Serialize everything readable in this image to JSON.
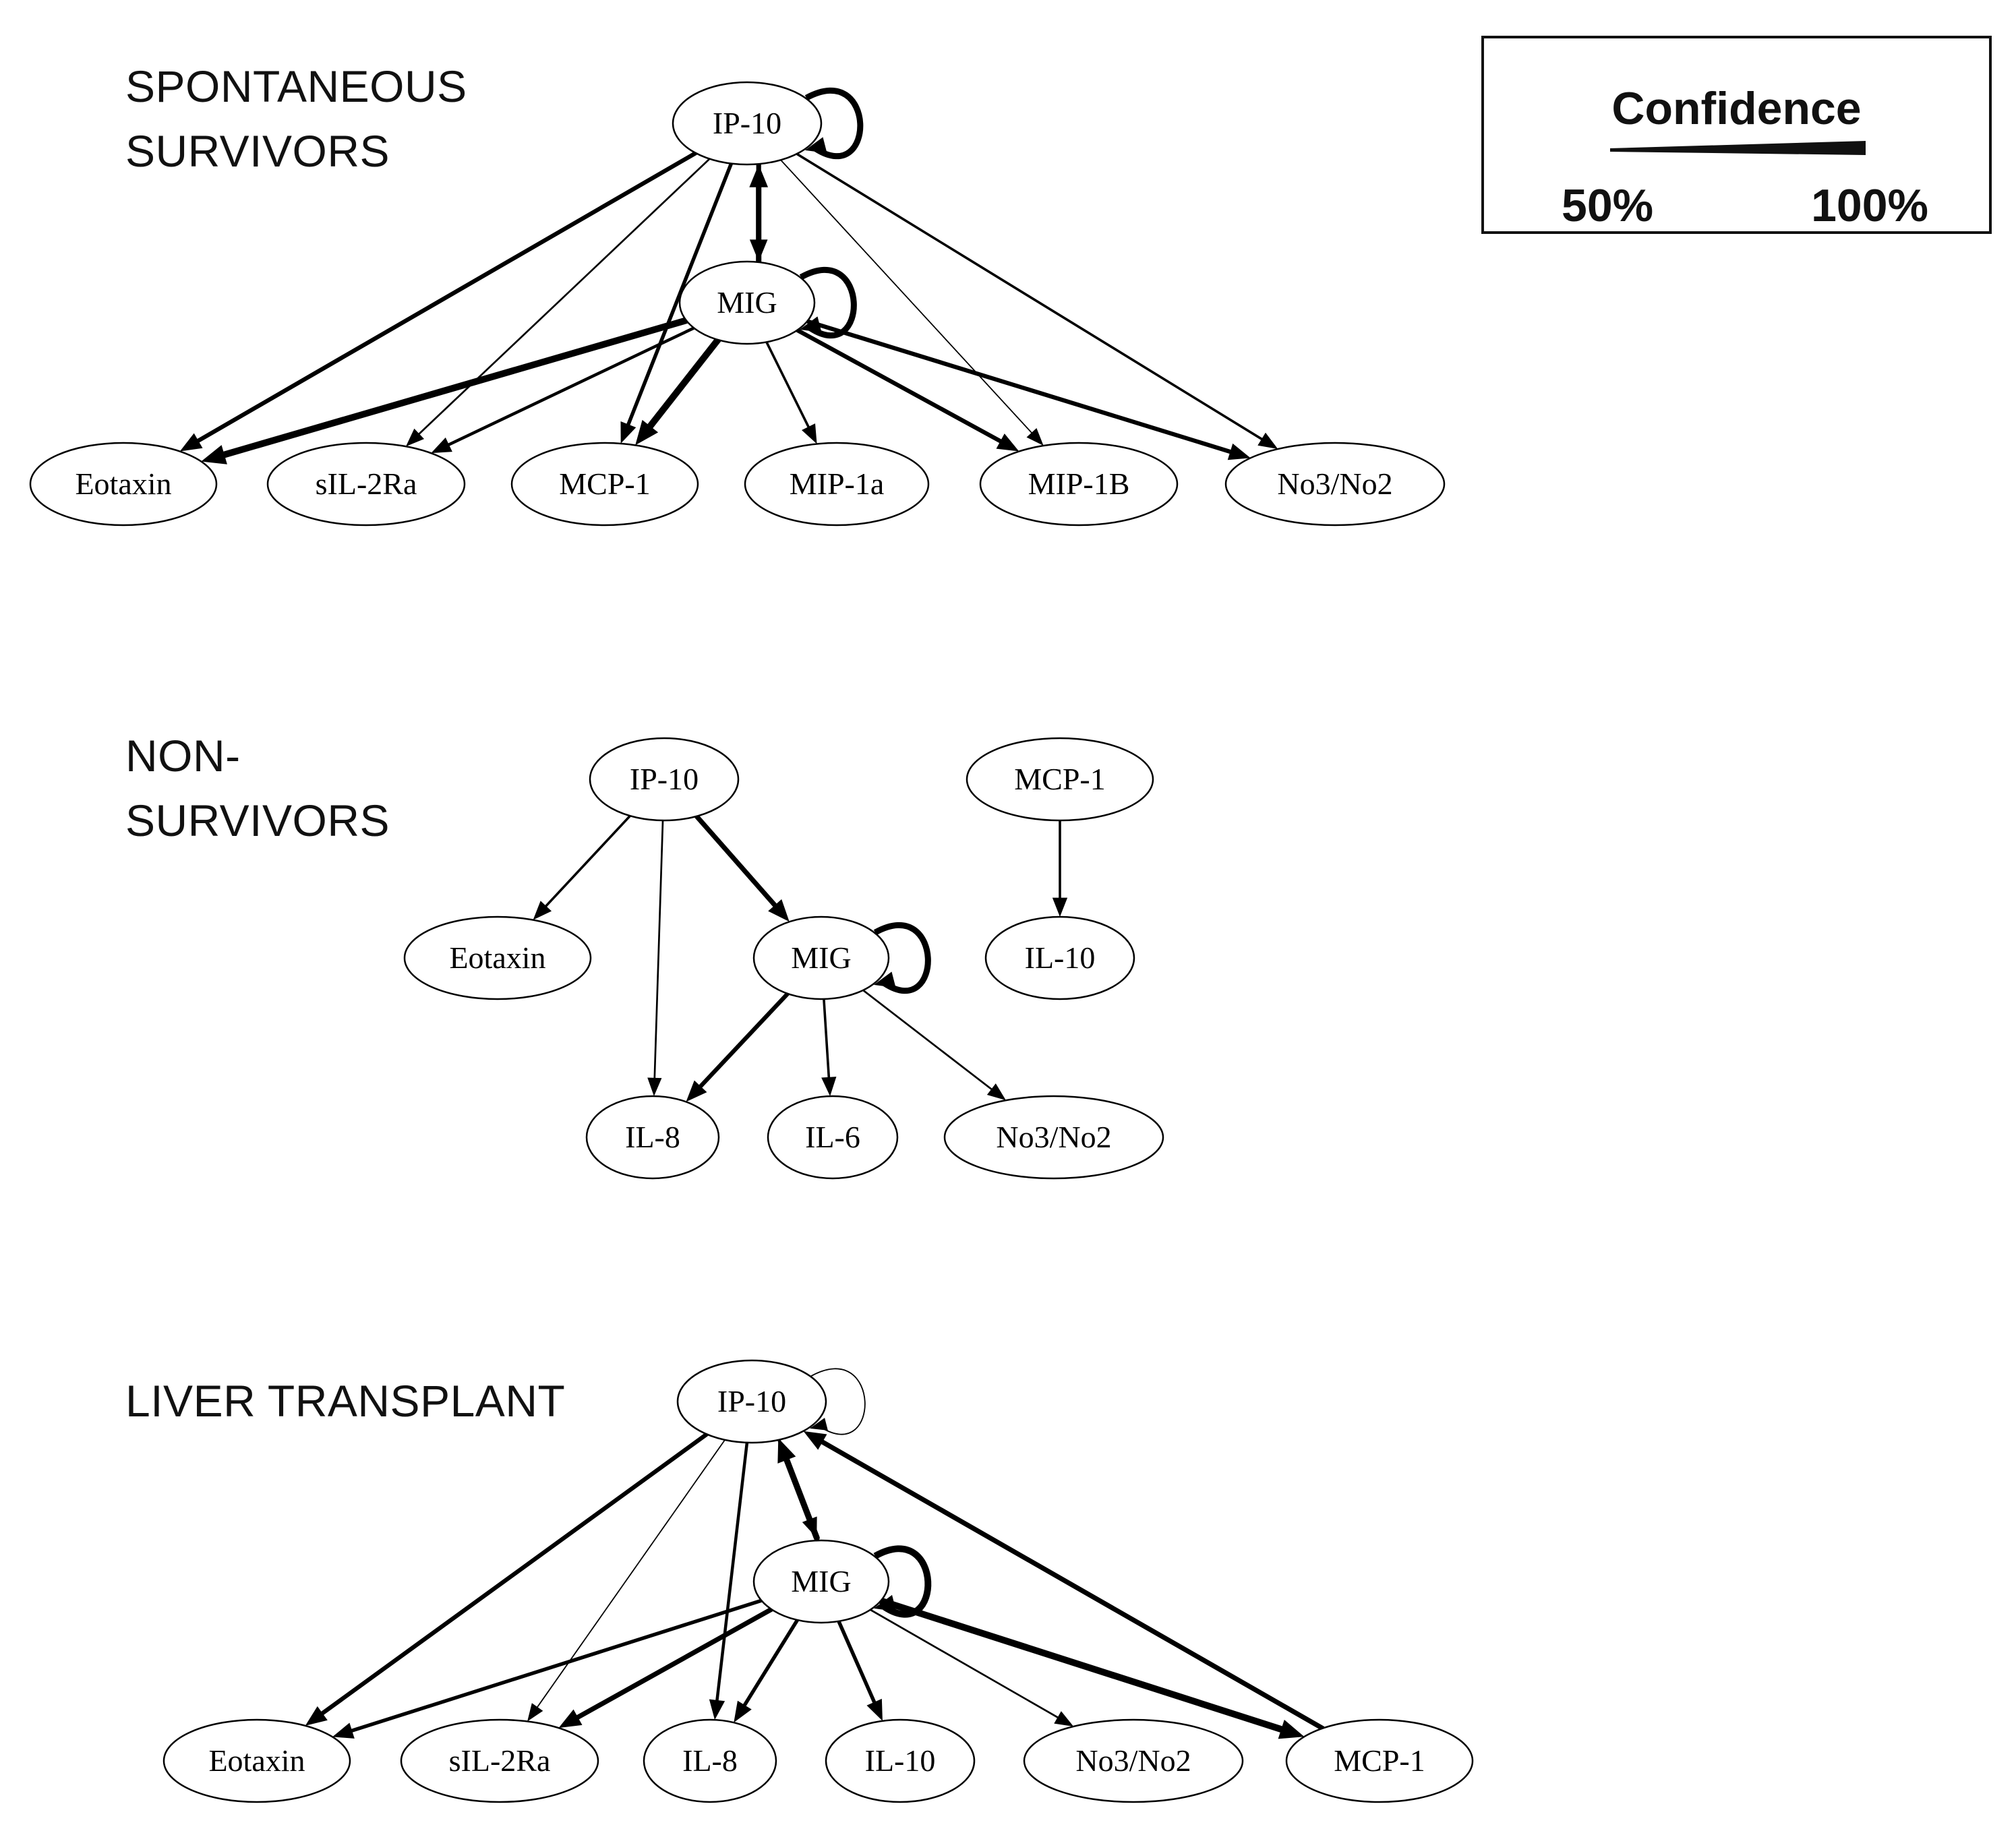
{
  "legend": {
    "title": "Confidence",
    "low": "50%",
    "high": "100%"
  },
  "panels": [
    {
      "id": "spontaneous",
      "title": "SPONTANEOUS\nSURVIVORS",
      "nodes": [
        {
          "id": "ip10",
          "label": "IP-10"
        },
        {
          "id": "mig",
          "label": "MIG"
        },
        {
          "id": "eotaxin",
          "label": "Eotaxin"
        },
        {
          "id": "sil2ra",
          "label": "sIL-2Ra"
        },
        {
          "id": "mcp1",
          "label": "MCP-1"
        },
        {
          "id": "mip1a",
          "label": "MIP-1a"
        },
        {
          "id": "mip1b",
          "label": "MIP-1B"
        },
        {
          "id": "no3no2",
          "label": "No3/No2"
        }
      ],
      "edges": [
        {
          "from": "ip10",
          "to": "ip10",
          "confidence": 0.9
        },
        {
          "from": "ip10",
          "to": "mig",
          "confidence": 0.8
        },
        {
          "from": "mig",
          "to": "ip10",
          "confidence": 0.85
        },
        {
          "from": "mig",
          "to": "mig",
          "confidence": 0.9
        },
        {
          "from": "ip10",
          "to": "eotaxin",
          "confidence": 0.75
        },
        {
          "from": "ip10",
          "to": "sil2ra",
          "confidence": 0.55
        },
        {
          "from": "ip10",
          "to": "mcp1",
          "confidence": 0.7
        },
        {
          "from": "ip10",
          "to": "mip1b",
          "confidence": 0.5
        },
        {
          "from": "ip10",
          "to": "no3no2",
          "confidence": 0.6
        },
        {
          "from": "mig",
          "to": "eotaxin",
          "confidence": 0.95
        },
        {
          "from": "mig",
          "to": "sil2ra",
          "confidence": 0.65
        },
        {
          "from": "mig",
          "to": "mcp1",
          "confidence": 0.95
        },
        {
          "from": "mig",
          "to": "mip1a",
          "confidence": 0.6
        },
        {
          "from": "mig",
          "to": "mip1b",
          "confidence": 0.75
        },
        {
          "from": "mig",
          "to": "no3no2",
          "confidence": 0.75
        }
      ]
    },
    {
      "id": "nonsurvivors",
      "title": "NON-\nSURVIVORS",
      "nodes": [
        {
          "id": "ip10",
          "label": "IP-10"
        },
        {
          "id": "mcp1",
          "label": "MCP-1"
        },
        {
          "id": "eotaxin",
          "label": "Eotaxin"
        },
        {
          "id": "mig",
          "label": "MIG"
        },
        {
          "id": "il10",
          "label": "IL-10"
        },
        {
          "id": "il8",
          "label": "IL-8"
        },
        {
          "id": "il6",
          "label": "IL-6"
        },
        {
          "id": "no3no2",
          "label": "No3/No2"
        }
      ],
      "edges": [
        {
          "from": "ip10",
          "to": "eotaxin",
          "confidence": 0.6
        },
        {
          "from": "ip10",
          "to": "mig",
          "confidence": 0.8
        },
        {
          "from": "ip10",
          "to": "il8",
          "confidence": 0.55
        },
        {
          "from": "mig",
          "to": "mig",
          "confidence": 0.9
        },
        {
          "from": "mig",
          "to": "il8",
          "confidence": 0.75
        },
        {
          "from": "mig",
          "to": "il6",
          "confidence": 0.6
        },
        {
          "from": "mig",
          "to": "no3no2",
          "confidence": 0.55
        },
        {
          "from": "mcp1",
          "to": "il10",
          "confidence": 0.6
        }
      ]
    },
    {
      "id": "transplant",
      "title": "LIVER TRANSPLANT",
      "nodes": [
        {
          "id": "ip10",
          "label": "IP-10"
        },
        {
          "id": "mig",
          "label": "MIG"
        },
        {
          "id": "eotaxin",
          "label": "Eotaxin"
        },
        {
          "id": "sil2ra",
          "label": "sIL-2Ra"
        },
        {
          "id": "il8",
          "label": "IL-8"
        },
        {
          "id": "il10",
          "label": "IL-10"
        },
        {
          "id": "no3no2",
          "label": "No3/No2"
        },
        {
          "id": "mcp1",
          "label": "MCP-1"
        }
      ],
      "edges": [
        {
          "from": "ip10",
          "to": "ip10",
          "confidence": 0.5
        },
        {
          "from": "ip10",
          "to": "mig",
          "confidence": 0.65
        },
        {
          "from": "mig",
          "to": "ip10",
          "confidence": 0.9
        },
        {
          "from": "mig",
          "to": "mig",
          "confidence": 0.95
        },
        {
          "from": "ip10",
          "to": "eotaxin",
          "confidence": 0.75
        },
        {
          "from": "ip10",
          "to": "sil2ra",
          "confidence": 0.5
        },
        {
          "from": "ip10",
          "to": "il8",
          "confidence": 0.65
        },
        {
          "from": "mcp1",
          "to": "ip10",
          "confidence": 0.8
        },
        {
          "from": "mig",
          "to": "eotaxin",
          "confidence": 0.7
        },
        {
          "from": "mig",
          "to": "sil2ra",
          "confidence": 0.8
        },
        {
          "from": "mig",
          "to": "il8",
          "confidence": 0.7
        },
        {
          "from": "mig",
          "to": "il10",
          "confidence": 0.7
        },
        {
          "from": "mig",
          "to": "no3no2",
          "confidence": 0.55
        },
        {
          "from": "mig",
          "to": "mcp1",
          "confidence": 0.95
        }
      ]
    }
  ]
}
